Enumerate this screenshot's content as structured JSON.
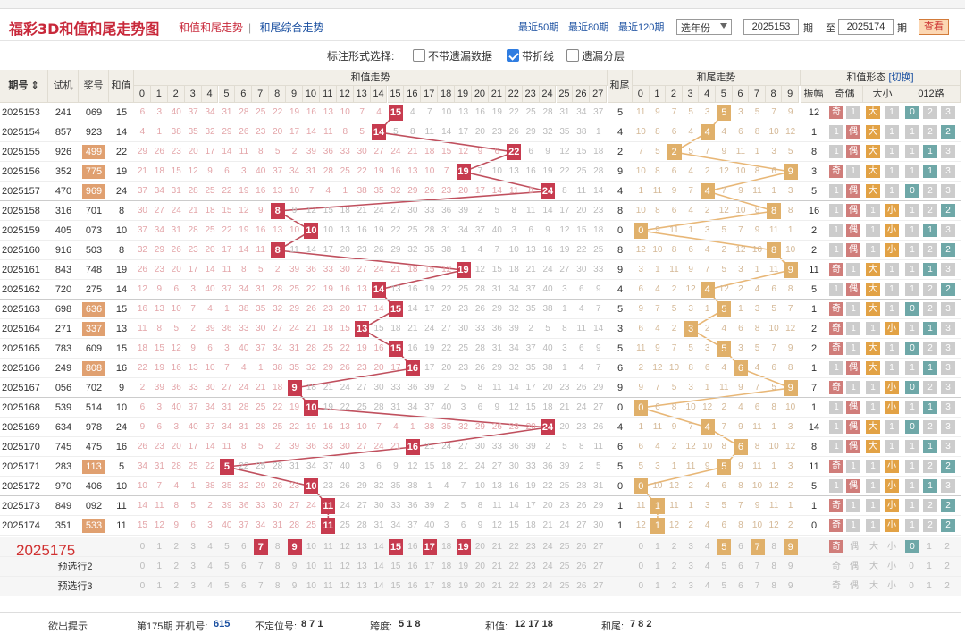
{
  "header": {
    "title": "福彩3D和值和尾走势图",
    "link1": "和值和尾走势",
    "sep": "|",
    "link2": "和尾综合走势",
    "recent50": "最近50期",
    "recent80": "最近80期",
    "recent120": "最近120期",
    "year_select": "选年份",
    "from": "2025153",
    "qi1": "期",
    "to_label": "至",
    "to": "2025174",
    "qi2": "期",
    "view_button": "查看"
  },
  "options": {
    "label": "标注形式选择:",
    "opt1": "不带遗漏数据",
    "opt2": "带折线",
    "opt3": "遗漏分层",
    "opt1_checked": false,
    "opt2_checked": true,
    "opt3_checked": false
  },
  "columns": {
    "qihao": "期号",
    "shiji": "试机",
    "jianghao": "奖号",
    "hezhi": "和值",
    "hezhi_trend": "和值走势",
    "hewei": "和尾",
    "hewei_trend": "和尾走势",
    "form": "和值形态",
    "switch": "[切换]",
    "zhenfu": "振幅",
    "jiou": "奇偶",
    "daxiao": "大小",
    "lu": "012路"
  },
  "rows": [
    {
      "q": "2025153",
      "s": "241",
      "j": "069",
      "h": "15",
      "w": "5",
      "zf": "12",
      "jo": "奇",
      "dx": "大",
      "lu": "0",
      "hl": false
    },
    {
      "q": "2025154",
      "s": "857",
      "j": "923",
      "h": "14",
      "w": "4",
      "zf": "1",
      "jo": "偶",
      "dx": "大",
      "lu": "2",
      "hl": false
    },
    {
      "q": "2025155",
      "s": "926",
      "j": "499",
      "h": "22",
      "w": "2",
      "zf": "8",
      "jo": "偶",
      "dx": "大",
      "lu": "1",
      "hl": true
    },
    {
      "q": "2025156",
      "s": "352",
      "j": "775",
      "h": "19",
      "w": "9",
      "zf": "3",
      "jo": "奇",
      "dx": "大",
      "lu": "1",
      "hl": true
    },
    {
      "q": "2025157",
      "s": "470",
      "j": "969",
      "h": "24",
      "w": "4",
      "zf": "5",
      "jo": "偶",
      "dx": "大",
      "lu": "0",
      "hl": true
    },
    {
      "q": "2025158",
      "s": "316",
      "j": "701",
      "h": "8",
      "w": "8",
      "zf": "16",
      "jo": "偶",
      "dx": "小",
      "lu": "2",
      "hl": false
    },
    {
      "q": "2025159",
      "s": "405",
      "j": "073",
      "h": "10",
      "w": "0",
      "zf": "2",
      "jo": "偶",
      "dx": "小",
      "lu": "1",
      "hl": false
    },
    {
      "q": "2025160",
      "s": "916",
      "j": "503",
      "h": "8",
      "w": "8",
      "zf": "2",
      "jo": "偶",
      "dx": "小",
      "lu": "2",
      "hl": false
    },
    {
      "q": "2025161",
      "s": "843",
      "j": "748",
      "h": "19",
      "w": "9",
      "zf": "11",
      "jo": "奇",
      "dx": "大",
      "lu": "1",
      "hl": false
    },
    {
      "q": "2025162",
      "s": "720",
      "j": "275",
      "h": "14",
      "w": "4",
      "zf": "5",
      "jo": "偶",
      "dx": "大",
      "lu": "2",
      "hl": false
    },
    {
      "q": "2025163",
      "s": "698",
      "j": "636",
      "h": "15",
      "w": "5",
      "zf": "1",
      "jo": "奇",
      "dx": "大",
      "lu": "0",
      "hl": true
    },
    {
      "q": "2025164",
      "s": "271",
      "j": "337",
      "h": "13",
      "w": "3",
      "zf": "2",
      "jo": "奇",
      "dx": "小",
      "lu": "1",
      "hl": true
    },
    {
      "q": "2025165",
      "s": "783",
      "j": "609",
      "h": "15",
      "w": "5",
      "zf": "2",
      "jo": "奇",
      "dx": "大",
      "lu": "0",
      "hl": false
    },
    {
      "q": "2025166",
      "s": "249",
      "j": "808",
      "h": "16",
      "w": "6",
      "zf": "1",
      "jo": "偶",
      "dx": "大",
      "lu": "1",
      "hl": true
    },
    {
      "q": "2025167",
      "s": "056",
      "j": "702",
      "h": "9",
      "w": "9",
      "zf": "7",
      "jo": "奇",
      "dx": "小",
      "lu": "0",
      "hl": false
    },
    {
      "q": "2025168",
      "s": "539",
      "j": "514",
      "h": "10",
      "w": "0",
      "zf": "1",
      "jo": "偶",
      "dx": "小",
      "lu": "1",
      "hl": false
    },
    {
      "q": "2025169",
      "s": "634",
      "j": "978",
      "h": "24",
      "w": "4",
      "zf": "14",
      "jo": "偶",
      "dx": "大",
      "lu": "0",
      "hl": false
    },
    {
      "q": "2025170",
      "s": "745",
      "j": "475",
      "h": "16",
      "w": "6",
      "zf": "8",
      "jo": "偶",
      "dx": "大",
      "lu": "1",
      "hl": false
    },
    {
      "q": "2025171",
      "s": "283",
      "j": "113",
      "h": "5",
      "w": "5",
      "zf": "11",
      "jo": "奇",
      "dx": "小",
      "lu": "2",
      "hl": true
    },
    {
      "q": "2025172",
      "s": "970",
      "j": "406",
      "h": "10",
      "w": "0",
      "zf": "5",
      "jo": "偶",
      "dx": "小",
      "lu": "1",
      "hl": false
    },
    {
      "q": "2025173",
      "s": "849",
      "j": "092",
      "h": "11",
      "w": "1",
      "zf": "1",
      "jo": "奇",
      "dx": "小",
      "lu": "2",
      "hl": false
    },
    {
      "q": "2025174",
      "s": "351",
      "j": "533",
      "h": "11",
      "w": "1",
      "zf": "0",
      "jo": "奇",
      "dx": "小",
      "lu": "2",
      "hl": true
    }
  ],
  "predict": {
    "label1": "2025175",
    "label2": "预选行2",
    "label3": "预选行3",
    "picked_sums": [
      7,
      9,
      15,
      17,
      19
    ],
    "picked_tails": [
      5,
      7,
      9
    ]
  },
  "footer": {
    "label": "欲出提示",
    "issue": "第175期 开机号:",
    "kaiji": "615",
    "budingwei_label": "不定位号:",
    "budingwei": "8 7 1",
    "kuadu_label": "跨度:",
    "kuadu": "5 1 8",
    "hezhi_label": "和值:",
    "hezhi": "12 17 18",
    "hewei_label": "和尾:",
    "hewei": "7 8 2"
  }
}
